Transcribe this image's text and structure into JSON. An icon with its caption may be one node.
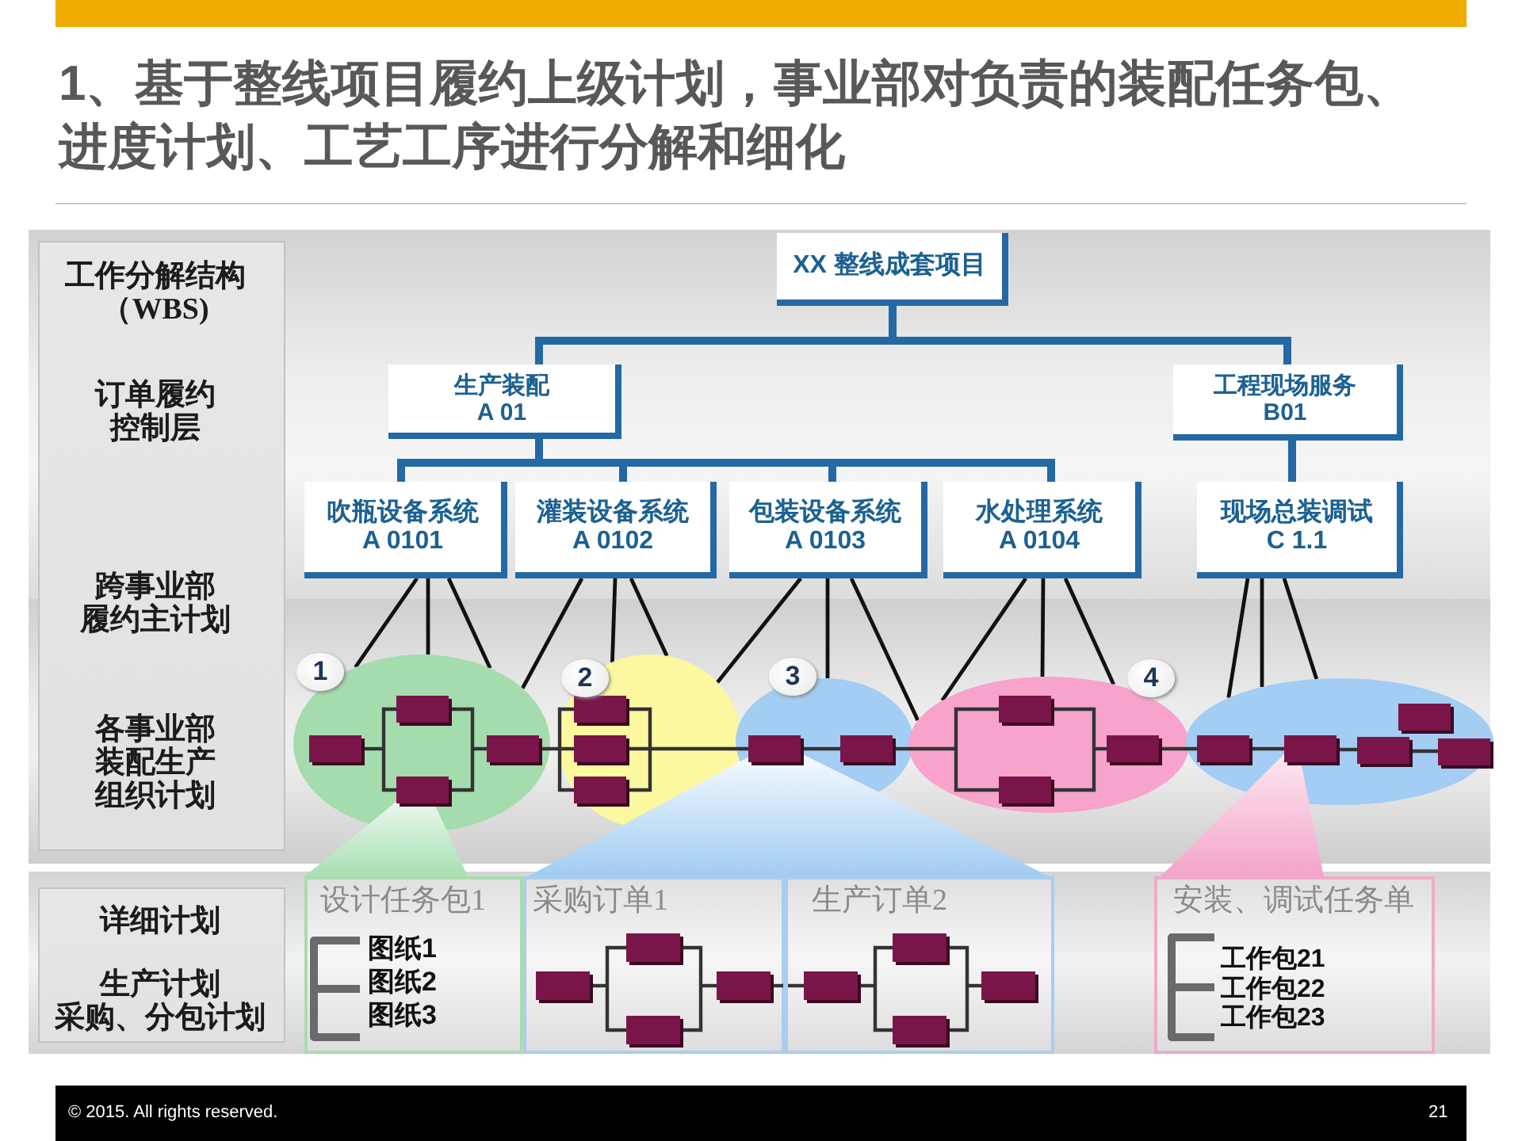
{
  "diagram": {
    "title": "1、基于整线项目履约上级计划，事业部对负责的装配任务包、进度计划、工艺工序进行分解和细化",
    "nodes": [
      {
        "text": [
          "工作分解结构（WBS)",
          "订单履约控制层",
          "跨事业部履约主计划",
          "各事业部装配生产组织计划"
        ]
      },
      {
        "text": [
          "XX 整线成套项目"
        ]
      },
      {
        "text": [
          "生产装配",
          "A 01"
        ]
      },
      {
        "text": [
          "工程现场服务",
          "B01"
        ]
      },
      {
        "text": [
          "吹瓶设备系统",
          "A 0101"
        ]
      },
      {
        "text": [
          "灌装设备系统",
          "A 0102"
        ]
      },
      {
        "text": [
          "包装设备系统",
          "A 0103"
        ]
      },
      {
        "text": [
          "水处理系统",
          "A 0104"
        ]
      },
      {
        "text": [
          "现场总装调试",
          "C 1.1"
        ]
      },
      {
        "text": [],
        "shape": "ellipse"
      },
      {
        "text": [],
        "shape": "ellipse"
      },
      {
        "text": [],
        "shape": "ellipse"
      },
      {
        "text": [],
        "shape": "ellipse"
      },
      {
        "text": [],
        "shape": "ellipse"
      },
      {
        "text": [
          "详细计划",
          "生产计划采购、分包计划"
        ]
      },
      {
        "text": [
          "设计任务包1",
          "图纸1",
          "图纸2",
          "图纸3"
        ]
      },
      {
        "text": [
          "采购订单1"
        ]
      },
      {
        "text": [
          "生产订单2"
        ]
      },
      {
        "text": [
          "安装、调试任务单",
          "工作包21",
          "工作包22",
          "工作包23"
        ]
      }
    ],
    "edges": [
      {
        "from": 1,
        "to": 2,
        "arrow": "none",
        "style": "thick",
        "color": "#2468a4"
      },
      {
        "from": 1,
        "to": 3,
        "arrow": "none",
        "style": "thick",
        "color": "#2468a4"
      },
      {
        "from": 2,
        "to": 4,
        "arrow": "none",
        "style": "thick",
        "color": "#2468a4"
      },
      {
        "from": 2,
        "to": 5,
        "arrow": "none",
        "style": "thick",
        "color": "#2468a4"
      },
      {
        "from": 2,
        "to": 6,
        "arrow": "none",
        "style": "thick",
        "color": "#2468a4"
      },
      {
        "from": 2,
        "to": 7,
        "arrow": "none",
        "style": "thick",
        "color": "#2468a4"
      },
      {
        "from": 3,
        "to": 8,
        "arrow": "none",
        "style": "thick",
        "color": "#2468a4"
      },
      {
        "from": 4,
        "to": 9,
        "arrow": "none"
      },
      {
        "from": 4,
        "to": 9,
        "arrow": "none"
      },
      {
        "from": 4,
        "to": 9,
        "arrow": "none"
      },
      {
        "from": 5,
        "to": 9,
        "arrow": "none"
      },
      {
        "from": 5,
        "to": 10,
        "arrow": "none"
      },
      {
        "from": 5,
        "to": 10,
        "arrow": "none"
      },
      {
        "from": 6,
        "to": 10,
        "arrow": "none"
      },
      {
        "from": 6,
        "to": 11,
        "arrow": "none"
      },
      {
        "from": 6,
        "to": 12,
        "arrow": "none"
      },
      {
        "from": 7,
        "to": 12,
        "arrow": "none"
      },
      {
        "from": 7,
        "to": 12,
        "arrow": "none"
      },
      {
        "from": 7,
        "to": 12,
        "arrow": "none"
      },
      {
        "from": 8,
        "to": 13,
        "arrow": "none"
      },
      {
        "from": 8,
        "to": 13,
        "arrow": "none"
      },
      {
        "from": 8,
        "to": 13,
        "arrow": "none"
      }
    ],
    "labels": [
      "1",
      "2",
      "3",
      "4",
      "© 2015. All rights reserved.",
      "21"
    ]
  }
}
